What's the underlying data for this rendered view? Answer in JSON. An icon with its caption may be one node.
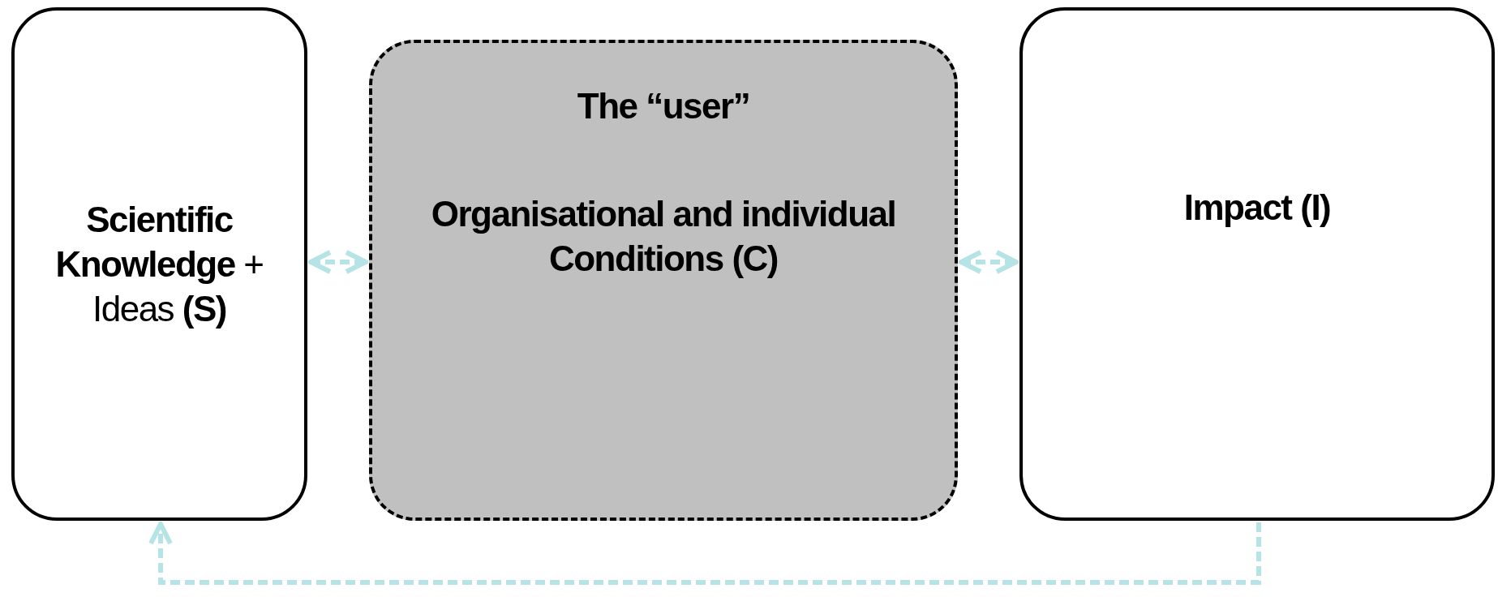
{
  "diagram": {
    "nodes": [
      {
        "text": [
          "**Scientific Knowledge** + Ideas **(S)**"
        ]
      },
      {
        "text": [
          "The “user”",
          "Organisational and individual Conditions (C)"
        ]
      },
      {
        "text": [
          "Impact (I)"
        ]
      }
    ],
    "edges": [
      {
        "from": 0,
        "to": 1,
        "arrow": "both",
        "style": "dashed",
        "color": "#b5e3e6"
      },
      {
        "from": 1,
        "to": 2,
        "arrow": "both",
        "style": "dashed",
        "color": "#b5e3e6"
      },
      {
        "from": 2,
        "to": 0,
        "arrow": "to",
        "style": "dashed",
        "color": "#b5e3e6"
      }
    ]
  }
}
